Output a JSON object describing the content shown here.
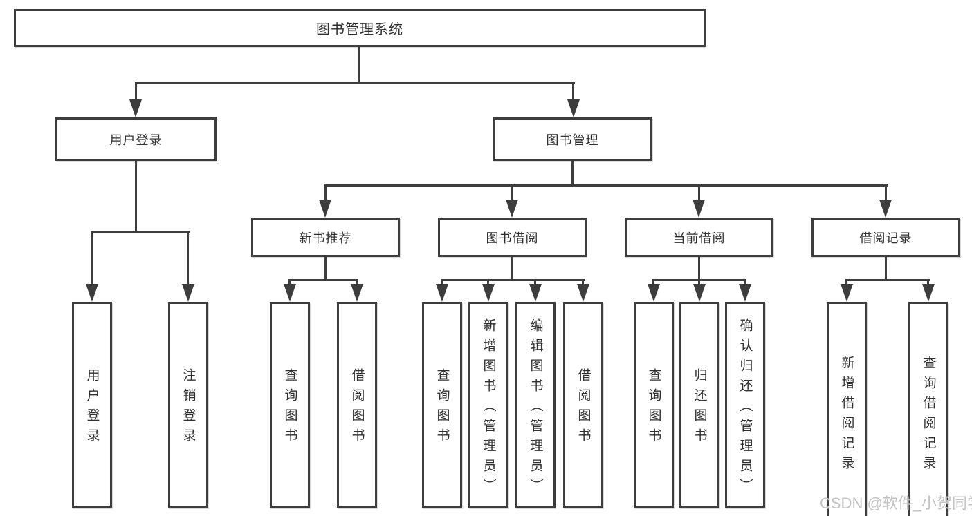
{
  "tree": {
    "root": {
      "label": "图书管理系统"
    },
    "branches": [
      {
        "label": "用户登录",
        "children": [
          {
            "label": "用户登录"
          },
          {
            "label": "注销登录"
          }
        ]
      },
      {
        "label": "图书管理",
        "children": [
          {
            "label": "新书推荐",
            "children": [
              {
                "label": "查询图书"
              },
              {
                "label": "借阅图书"
              }
            ]
          },
          {
            "label": "图书借阅",
            "children": [
              {
                "label": "查询图书"
              },
              {
                "label": "新增图书（管理员）"
              },
              {
                "label": "编辑图书（管理员）"
              },
              {
                "label": "借阅图书"
              }
            ]
          },
          {
            "label": "当前借阅",
            "children": [
              {
                "label": "查询图书"
              },
              {
                "label": "归还图书"
              },
              {
                "label": "确认归还（管理员）"
              }
            ]
          },
          {
            "label": "借阅记录",
            "children": [
              {
                "label": "新增借阅记录"
              },
              {
                "label": "查询借阅记录"
              }
            ]
          }
        ]
      }
    ]
  },
  "watermark": {
    "text": "CSDN @软件_小贺同学"
  },
  "colors": {
    "line": "#3d3d3d",
    "text": "#2f2f2f",
    "box_fill": "#ffffff",
    "watermark": "#c3c3c3"
  }
}
